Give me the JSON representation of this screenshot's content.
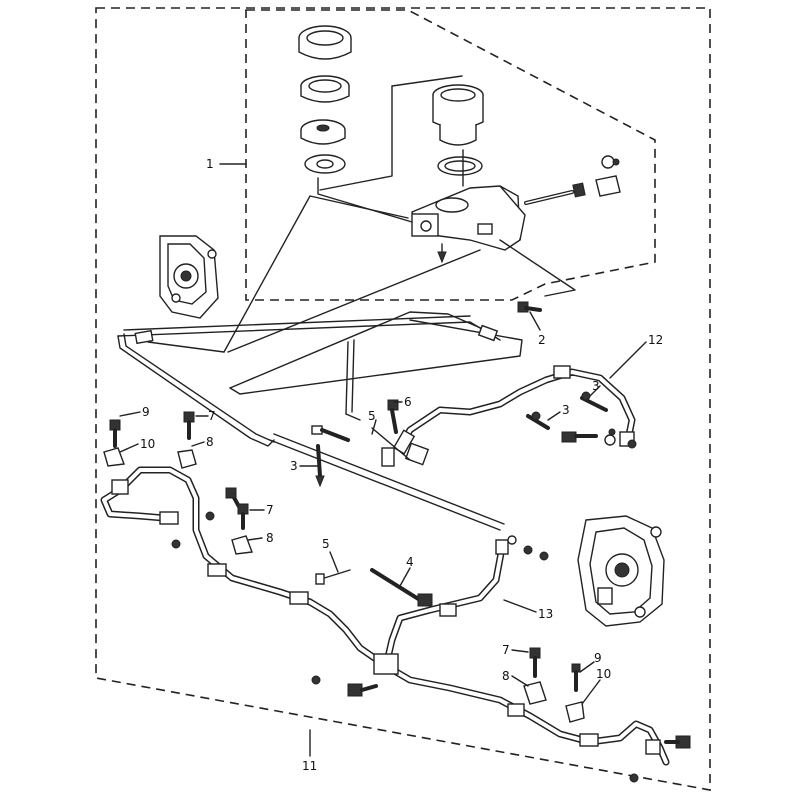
{
  "diagram": {
    "type": "exploded-parts-diagram",
    "callouts": [
      {
        "id": "c1",
        "label": "1"
      },
      {
        "id": "c2",
        "label": "2"
      },
      {
        "id": "c3a",
        "label": "3"
      },
      {
        "id": "c3b",
        "label": "3"
      },
      {
        "id": "c3c",
        "label": "3"
      },
      {
        "id": "c4",
        "label": "4"
      },
      {
        "id": "c5a",
        "label": "5"
      },
      {
        "id": "c5b",
        "label": "5"
      },
      {
        "id": "c6",
        "label": "6"
      },
      {
        "id": "c7a",
        "label": "7"
      },
      {
        "id": "c7b",
        "label": "7"
      },
      {
        "id": "c7c",
        "label": "7"
      },
      {
        "id": "c8a",
        "label": "8"
      },
      {
        "id": "c8b",
        "label": "8"
      },
      {
        "id": "c8c",
        "label": "8"
      },
      {
        "id": "c9a",
        "label": "9"
      },
      {
        "id": "c9b",
        "label": "9"
      },
      {
        "id": "c10a",
        "label": "10"
      },
      {
        "id": "c10b",
        "label": "10"
      },
      {
        "id": "c11",
        "label": "11"
      },
      {
        "id": "c12",
        "label": "12"
      },
      {
        "id": "c13",
        "label": "13"
      }
    ]
  }
}
